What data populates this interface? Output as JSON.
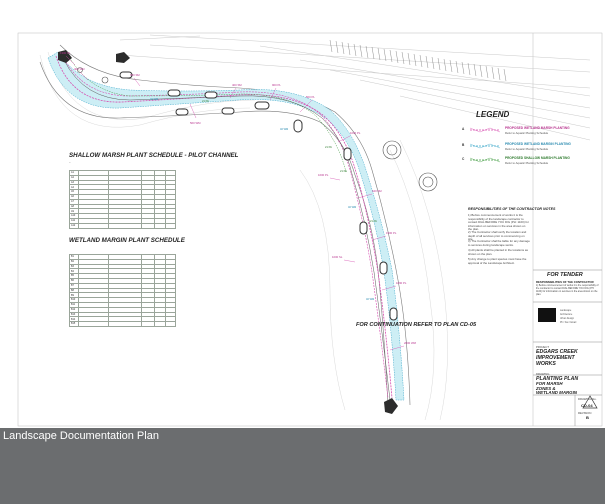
{
  "caption": "Landscape Documentation Plan",
  "drawing": {
    "shallow_schedule_title": "SHALLOW MARSH PLANT SCHEDULE - PILOT CHANNEL",
    "wetland_schedule_title": "WETLAND MARGIN PLANT SCHEDULE",
    "continuation_note": "FOR CONTINUATION REFER TO PLAN CD-05",
    "legend": {
      "title": "LEGEND",
      "items": [
        {
          "code": "A",
          "label": "PROPOSED WETLAND MARSH PLANTING",
          "sub": "Refer to Aquatic Planting Schedule",
          "color": "#d64fb0"
        },
        {
          "code": "B",
          "label": "PROPOSED WETLAND MARGIN PLANTING",
          "sub": "Refer to Aquatic Planting Schedule",
          "color": "#3aa6c9"
        },
        {
          "code": "C",
          "label": "PROPOSED SHALLOW MARSH PLANTING",
          "sub": "Refer to Aquatic Planting Schedule",
          "color": "#3f9a3f"
        }
      ]
    },
    "responsibilities": {
      "title": "RESPONSIBILITIES OF THE CONTRACTOR NOTES",
      "notes": [
        "1) Before commencement of works it is the responsibility of the landscape contractor to contact DIAL BEFORE YOU DIG (PH: 1100) for information on services in the area shown on the plan.",
        "2) The Contractor shall verify the location and depth of all services prior to commencing on site.",
        "3) The Contractor shall be liable for any damage to services during landscape works.",
        "4) All plants shall be planted in the locations as shown on the plan.",
        "5) Any change to plant species must have the approval of the Landscape Architect."
      ]
    },
    "title_block": {
      "for_tender": "FOR TENDER",
      "resp_heading": "RESPONSIBILITIES OF THE CONTRACTOR",
      "resp_text": "1) Before commencement of works it is the responsibility of the contractor to contact DIAL BEFORE YOU DIG (PH: 1100) for information on services in the area shown on the plan.",
      "project_label": "PROJECT",
      "project_lines": [
        "EDGARS CREEK",
        "IMPROVEMENT",
        "WORKS"
      ],
      "drawing_label": "DRAWING",
      "drawing_lines": [
        "PLANTING PLAN",
        "FOR MARSH",
        "ZONES &",
        "WETLAND MARGIN"
      ],
      "drawing_no_label": "DRAWING No.",
      "drawing_no": "CD-04",
      "revision_label": "REVISION",
      "revision": "B"
    }
  }
}
